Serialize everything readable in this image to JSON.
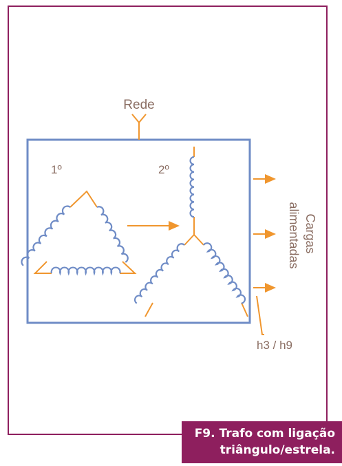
{
  "labels": {
    "network": "Rede",
    "primary": "1º",
    "secondary": "2º",
    "loads": [
      "Cargas",
      "alimentadas"
    ],
    "phase": "h3 / h9"
  },
  "caption": {
    "line1": "F9. Trafo com ligação",
    "line2": "triângulo/estrela."
  },
  "colors": {
    "frame": "#8e1f5e",
    "box": "#6f8cc6",
    "coil": "#6f8cc6",
    "wire": "#f0962e",
    "text": "#8a6d62"
  }
}
